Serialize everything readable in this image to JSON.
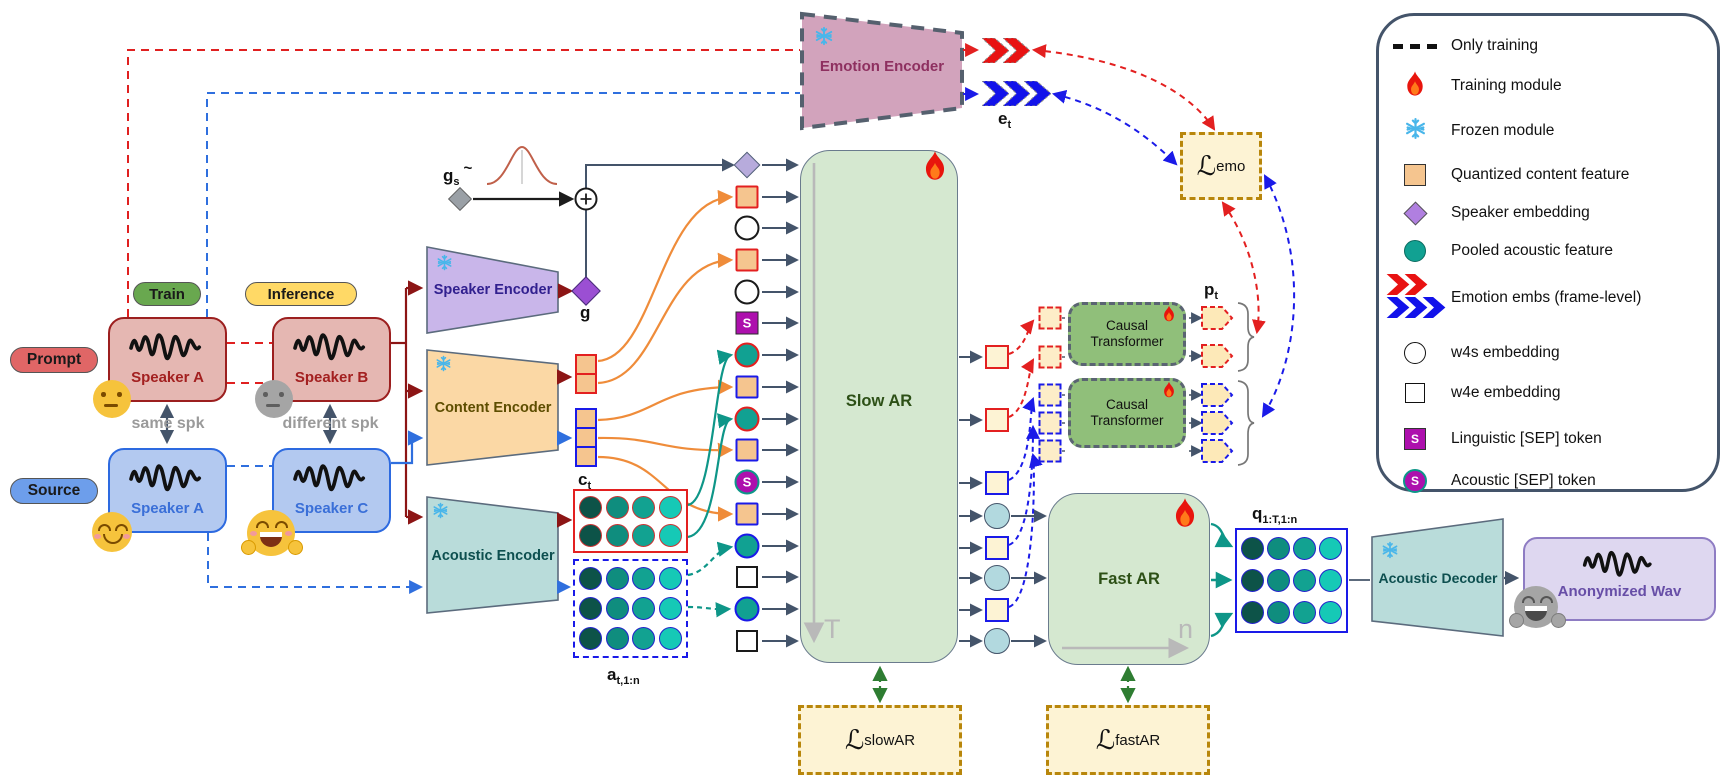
{
  "palette": {
    "red": "#e32020",
    "blue": "#1a1ae8",
    "teal": "#11a192",
    "dark_slate": "#44546a",
    "orange_token": "#f5c58f",
    "green_module": "#90bf7a",
    "ar_fill": "#d5e8d0",
    "loss_border": "#b8860b",
    "loss_fill": "#fdf3d4",
    "sep_magenta": "#ad10ad",
    "frozen_blue": "#49b6ea",
    "fire_red": "#e8150d",
    "prompt_pill": "#e06666",
    "source_pill": "#6d9eeb",
    "train_pill": "#69a84f",
    "inference_pill": "#ffd966",
    "speaker_prompt_fill": "#e5b7b2",
    "speaker_source_fill": "#b3c9f0",
    "emotion_fill": "#d2a3bc",
    "wav_fill": "#ded7f0"
  },
  "pills": {
    "prompt": "Prompt",
    "source": "Source",
    "train": "Train",
    "inference": "Inference"
  },
  "speakers": {
    "prompt_a": "Speaker A",
    "prompt_b": "Speaker B",
    "source_a": "Speaker A",
    "source_c": "Speaker C"
  },
  "relations": {
    "same": "same spk",
    "different": "different spk"
  },
  "modules": {
    "speaker_encoder": "Speaker Encoder",
    "content_encoder": "Content Encoder",
    "acoustic_encoder": "Acoustic Encoder",
    "emotion_encoder": "Emotion Encoder",
    "slow_ar": "Slow AR",
    "fast_ar": "Fast AR",
    "causal_transformer": "Causal Transformer",
    "acoustic_decoder": "Acoustic Decoder",
    "anonymized_wav": "Anonymized Wav"
  },
  "losses": {
    "script_l": "ℒ",
    "emo": "emo",
    "slow": "slowAR",
    "fast": "fastAR"
  },
  "math": {
    "gs_base": "g",
    "gs_sub": "s",
    "gs_tilde": "~",
    "g": "g",
    "c_base": "c",
    "c_sub": "t",
    "a_base": "a",
    "a_sub": "t,1:n",
    "e_base": "e",
    "e_sub": "t",
    "p_base": "p",
    "p_sub": "t",
    "q_base": "q",
    "q_sub": "1:T,1:n",
    "T": "T",
    "n": "n"
  },
  "sep_letter": "S",
  "slow_ar_inputs": [
    "diamond",
    "qsq-red",
    "w4s",
    "qsq-red",
    "w4s",
    "sep-sq",
    "pool-red",
    "qsq-blue",
    "pool-red",
    "qsq-blue",
    "sep-circ",
    "qsq-blue",
    "pool-blue",
    "w4e",
    "pool-blue",
    "w4e"
  ],
  "slow_ar_outputs": [
    "out-sq-red",
    "out-sq-red",
    "out-sq-blue",
    "out-circ",
    "out-sq-blue",
    "out-circ",
    "out-sq-blue",
    "out-circ"
  ],
  "ct1_inputs": [
    "dsq-red",
    "dsq-red"
  ],
  "ct2_inputs": [
    "dsq-blue",
    "dsq-blue",
    "dsq-blue"
  ],
  "ct1_outputs": [
    "pent-red",
    "pent-red"
  ],
  "ct2_outputs": [
    "pent-blue",
    "pent-blue",
    "pent-blue"
  ],
  "grids": {
    "prompt_acoustic": {
      "rows": 2,
      "cols": 4,
      "border": "red-solid"
    },
    "source_acoustic": {
      "rows": 3,
      "cols": 4,
      "border": "blue-dashed"
    },
    "quantized_output": {
      "rows": 3,
      "cols": 4,
      "border": "blue-solid"
    },
    "cell_colors": [
      "#0d5348",
      "#0f8d7e",
      "#12a291",
      "#16c9b6"
    ]
  },
  "legend": {
    "items": [
      {
        "icon": "dash",
        "label": "Only training"
      },
      {
        "icon": "fire",
        "label": "Training module"
      },
      {
        "icon": "snow",
        "label": "Frozen module"
      },
      {
        "icon": "qsq",
        "label": "Quantized content feature"
      },
      {
        "icon": "diamond",
        "label": "Speaker embedding"
      },
      {
        "icon": "pool",
        "label": "Pooled acoustic feature"
      },
      {
        "icon": "chevrons",
        "label": "Emotion embs (frame-level)"
      },
      {
        "icon": "w4s",
        "label": "w4s embedding"
      },
      {
        "icon": "w4e",
        "label": "w4e embedding"
      },
      {
        "icon": "sep-sq",
        "label": "Linguistic [SEP] token"
      },
      {
        "icon": "sep-circ",
        "label": "Acoustic [SEP] token"
      }
    ]
  }
}
